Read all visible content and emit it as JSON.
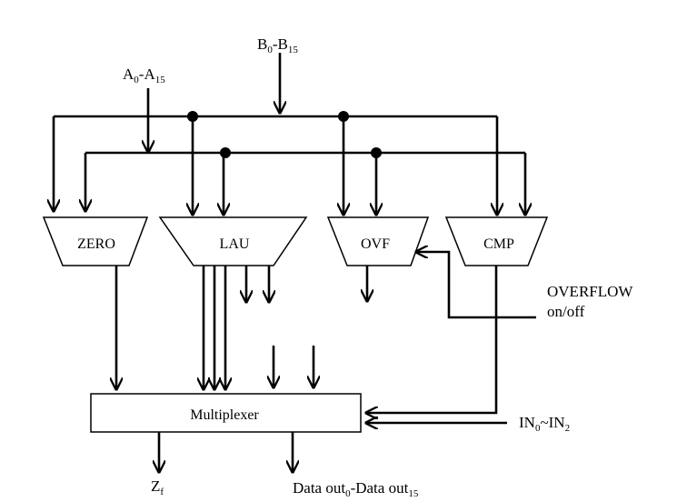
{
  "inputs": {
    "a_bus": {
      "base1": "A",
      "sub1": "0",
      "mid": "-A",
      "sub2": "15"
    },
    "b_bus": {
      "base1": "B",
      "sub1": "0",
      "mid": "-B",
      "sub2": "15"
    },
    "overflow": {
      "line1": "OVERFLOW",
      "line2": "on/off"
    },
    "in_bus": {
      "base1": "IN",
      "sub1": "0",
      "mid": "~IN",
      "sub2": "2"
    }
  },
  "blocks": {
    "zero": "ZERO",
    "lau": "LAU",
    "ovf": "OVF",
    "cmp": "CMP",
    "mux": "Multiplexer"
  },
  "outputs": {
    "zf": {
      "base": "Z",
      "sub": "f"
    },
    "data_out": {
      "base1": "Data out",
      "sub1": "0",
      "mid": "-Data out",
      "sub2": "15"
    }
  }
}
